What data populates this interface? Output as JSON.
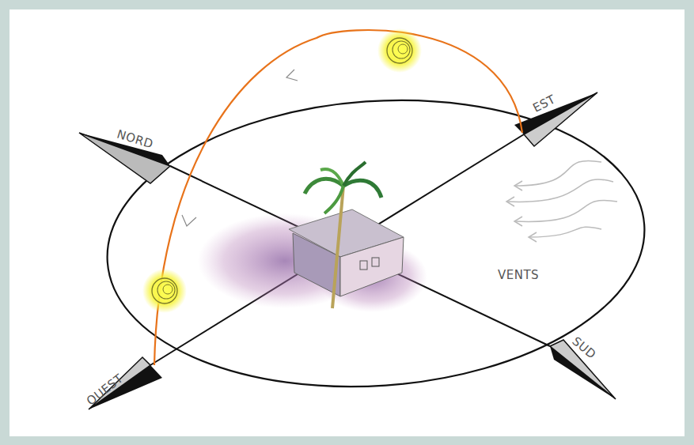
{
  "diagram": {
    "labels": [
      "NORD",
      "EST",
      "OUEST",
      "SUD",
      "VENTS"
    ]
  }
}
